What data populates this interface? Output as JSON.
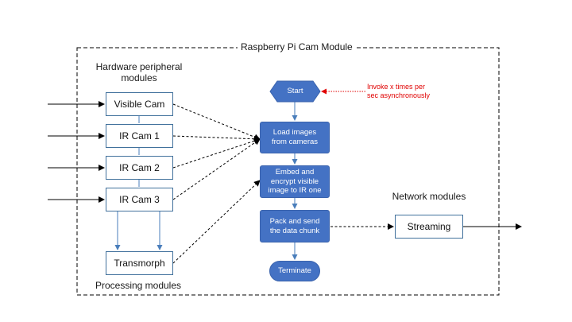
{
  "diagram": {
    "title": "Raspberry Pi Cam Module",
    "hardware_label_line1": "Hardware peripheral",
    "hardware_label_line2": "modules",
    "processing_label": "Processing modules",
    "network_label": "Network modules",
    "hardware": [
      {
        "id": "visible-cam",
        "label": "Visible Cam"
      },
      {
        "id": "ir-cam-1",
        "label": "IR Cam 1"
      },
      {
        "id": "ir-cam-2",
        "label": "IR Cam 2"
      },
      {
        "id": "ir-cam-3",
        "label": "IR Cam 3"
      }
    ],
    "transmorph": "Transmorph",
    "streaming": "Streaming",
    "flow": {
      "start": "Start",
      "load_line1": "Load images",
      "load_line2": "from cameras",
      "embed_line1": "Embed and",
      "embed_line2": "encrypt visible",
      "embed_line3": "image to IR one",
      "pack_line1": "Pack and send",
      "pack_line2": "the data chunk",
      "terminate": "Terminate"
    },
    "note_line1": "Invoke x times per",
    "note_line2": "sec asynchronously",
    "colors": {
      "process_fill": "#4472c4",
      "box_border": "#41719c",
      "note_text": "#e00000",
      "connector": "#000000"
    }
  }
}
